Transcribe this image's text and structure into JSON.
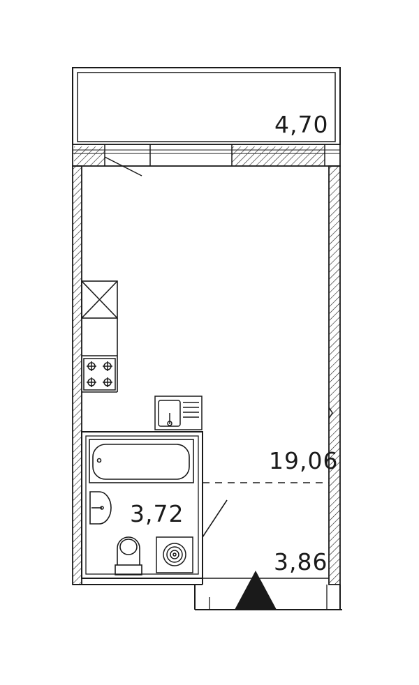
{
  "floor_plan": {
    "balcony_area": "4,70",
    "main_room_area": "19,06",
    "bathroom_area": "3,72",
    "hallway_area": "3,86"
  },
  "colors": {
    "line": "#1a1a1a",
    "background": "#ffffff"
  }
}
